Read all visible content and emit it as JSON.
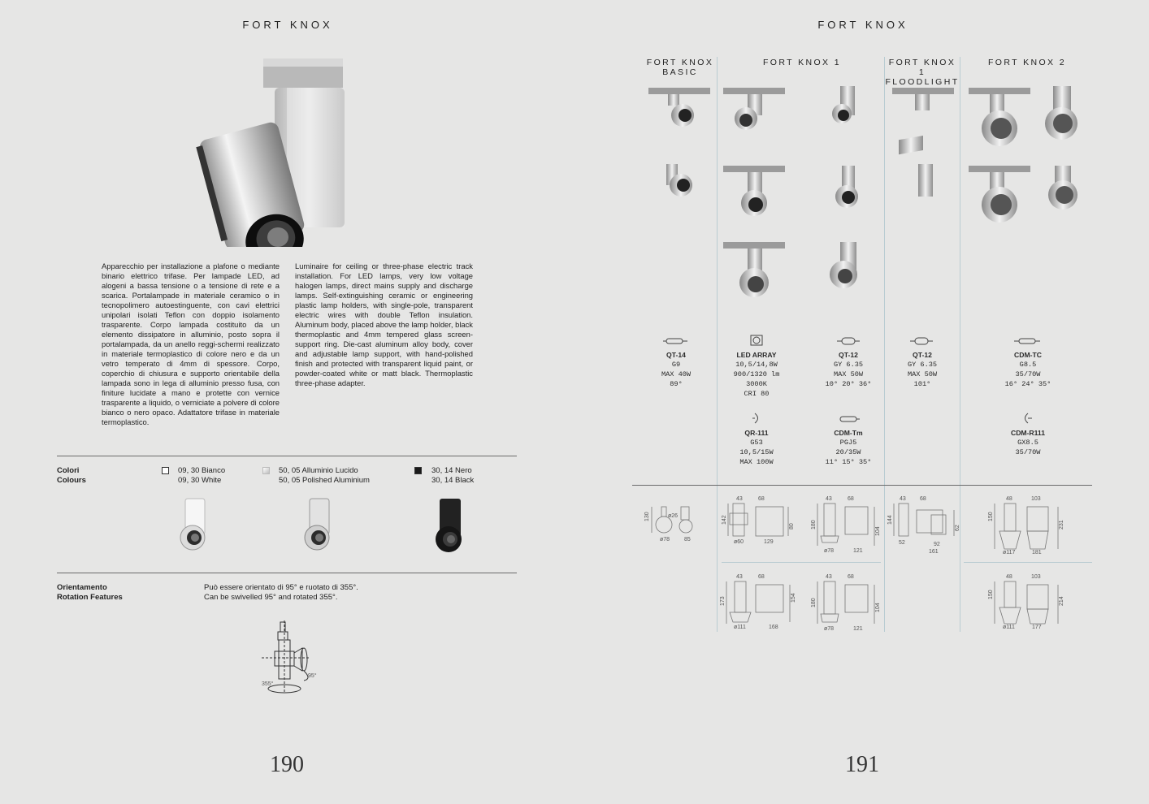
{
  "left_page": {
    "header": "FORT KNOX",
    "description_it": "Apparecchio per installazione a plafone o mediante binario elettrico trifase. Per lampade LED, ad alogeni a bassa tensione o a tensione di rete e a scarica. Portalampade in materiale ceramico o in tecnopolimero autoestinguente, con cavi elettrici unipolari isolati Teflon con doppio isolamento trasparente. Corpo lampada costituito da un elemento dissipatore in alluminio, posto sopra il portalampada, da un anello reggi-schermi realizzato in materiale termoplastico di colore nero e da un vetro temperato di 4mm di spessore. Corpo, coperchio di chiusura e supporto orientabile della lampada sono in lega di alluminio presso fusa, con finiture lucidate a mano e protette con vernice trasparente a liquido, o verniciate a polvere di colore bianco o nero opaco. Adattatore trifase in materiale termoplastico.",
    "description_en": "Luminaire for ceiling or three-phase electric track installation. For LED lamps, very low voltage halogen lamps, direct mains supply and discharge lamps. Self-extinguishing ceramic or engineering plastic lamp holders, with single-pole, transparent electric wires with double Teflon insulation. Aluminum body, placed above the lamp holder, black thermoplastic and 4mm tempered glass screen-support ring. Die-cast aluminum alloy body, cover and adjustable lamp support, with hand-polished finish and protected with transparent liquid paint, or powder-coated white or matt black. Thermoplastic three-phase adapter.",
    "colours": {
      "label_it": "Colori",
      "label_en": "Colours",
      "options": [
        {
          "it": "09, 30 Bianco",
          "en": "09, 30 White",
          "color": "#ffffff"
        },
        {
          "it": "50, 05 Alluminio Lucido",
          "en": "50, 05 Polished Aluminium",
          "color": "#e4e4e4"
        },
        {
          "it": "30, 14 Nero",
          "en": "30, 14 Black",
          "color": "#1a1a1a"
        }
      ]
    },
    "rotation": {
      "label_it": "Orientamento",
      "label_en": "Rotation Features",
      "text_it": "Può essere orientato di 95° e ruotato di 355°.",
      "text_en": "Can be swivelled 95° and rotated 355°.",
      "angle_swivel": "95°",
      "angle_rotate": "355°"
    },
    "page_number": "190"
  },
  "right_page": {
    "header": "FORT KNOX",
    "columns": [
      {
        "line1": "FORT KNOX",
        "line2": "BASIC"
      },
      {
        "line1": "FORT KNOX 1",
        "line2": ""
      },
      {
        "line1": "FORT KNOX 1",
        "line2": "FLOODLIGHT"
      },
      {
        "line1": "FORT KNOX 2",
        "line2": ""
      }
    ],
    "specs": [
      {
        "name": "QT-14",
        "lines": [
          "G9",
          "MAX 40W",
          "89°"
        ]
      },
      {
        "name": "LED ARRAY",
        "lines": [
          "10,5/14,8W",
          "900/1320 lm",
          "3000K",
          "CRI 80"
        ]
      },
      {
        "name": "QT-12",
        "lines": [
          "GY 6.35",
          "MAX 50W",
          "10° 20° 36°"
        ]
      },
      {
        "name": "QT-12",
        "lines": [
          "GY 6.35",
          "MAX 50W",
          "101°"
        ]
      },
      {
        "name": "CDM-TC",
        "lines": [
          "G8.5",
          "35/70W",
          "16° 24° 35°"
        ]
      },
      {
        "name": "QR-111",
        "lines": [
          "G53",
          "10,5/15W",
          "MAX 100W"
        ]
      },
      {
        "name": "CDM-Tm",
        "lines": [
          "PGJ5",
          "20/35W",
          "11° 15° 35°"
        ]
      },
      {
        "name": "CDM-R111",
        "lines": [
          "GX8.5",
          "35/70W"
        ]
      }
    ],
    "dims": [
      {
        "h": "130",
        "top": "ø26",
        "b1": "ø78",
        "b2": "85"
      },
      {
        "h": "142",
        "t1": "43",
        "t2": "68",
        "side": "80",
        "b1": "ø60",
        "b2": "129"
      },
      {
        "h": "180",
        "t1": "43",
        "t2": "68",
        "side": "104",
        "b1": "ø78",
        "b2": "121"
      },
      {
        "h": "144",
        "t1": "43",
        "t2": "68",
        "side": "62",
        "b1": "52",
        "b2": "92",
        "b3": "161"
      },
      {
        "h": "150",
        "t1": "48",
        "t2": "103",
        "side": "231",
        "b1": "ø117",
        "b2": "181"
      },
      {
        "h": "173",
        "t1": "43",
        "t2": "68",
        "side": "154",
        "b1": "ø111",
        "b2": "168"
      },
      {
        "h": "180",
        "t1": "43",
        "t2": "68",
        "side": "104",
        "b1": "ø78",
        "b2": "121"
      },
      {
        "h": "150",
        "t1": "48",
        "t2": "103",
        "side": "214",
        "b1": "ø111",
        "b2": "177"
      }
    ],
    "page_number": "191"
  }
}
